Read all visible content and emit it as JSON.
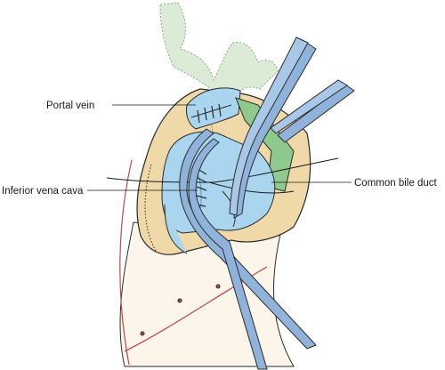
{
  "labels": {
    "portal_vein": "Portal vein",
    "inferior_vena_cava": "Inferior vena cava",
    "common_bile_duct": "Common bile duct"
  },
  "colors": {
    "vessel_blue": "#a9d6ee",
    "vessel_blue_dark": "#5f93c4",
    "instrument_blue": "#8fb3da",
    "liver_tan": "#f0d9a8",
    "tissue_cream": "#f6ecd6",
    "duct_green": "#8ec98e",
    "mesentery_green": "#dcebd5",
    "incision_red": "#c2474f",
    "outline": "#2b2b2b"
  }
}
